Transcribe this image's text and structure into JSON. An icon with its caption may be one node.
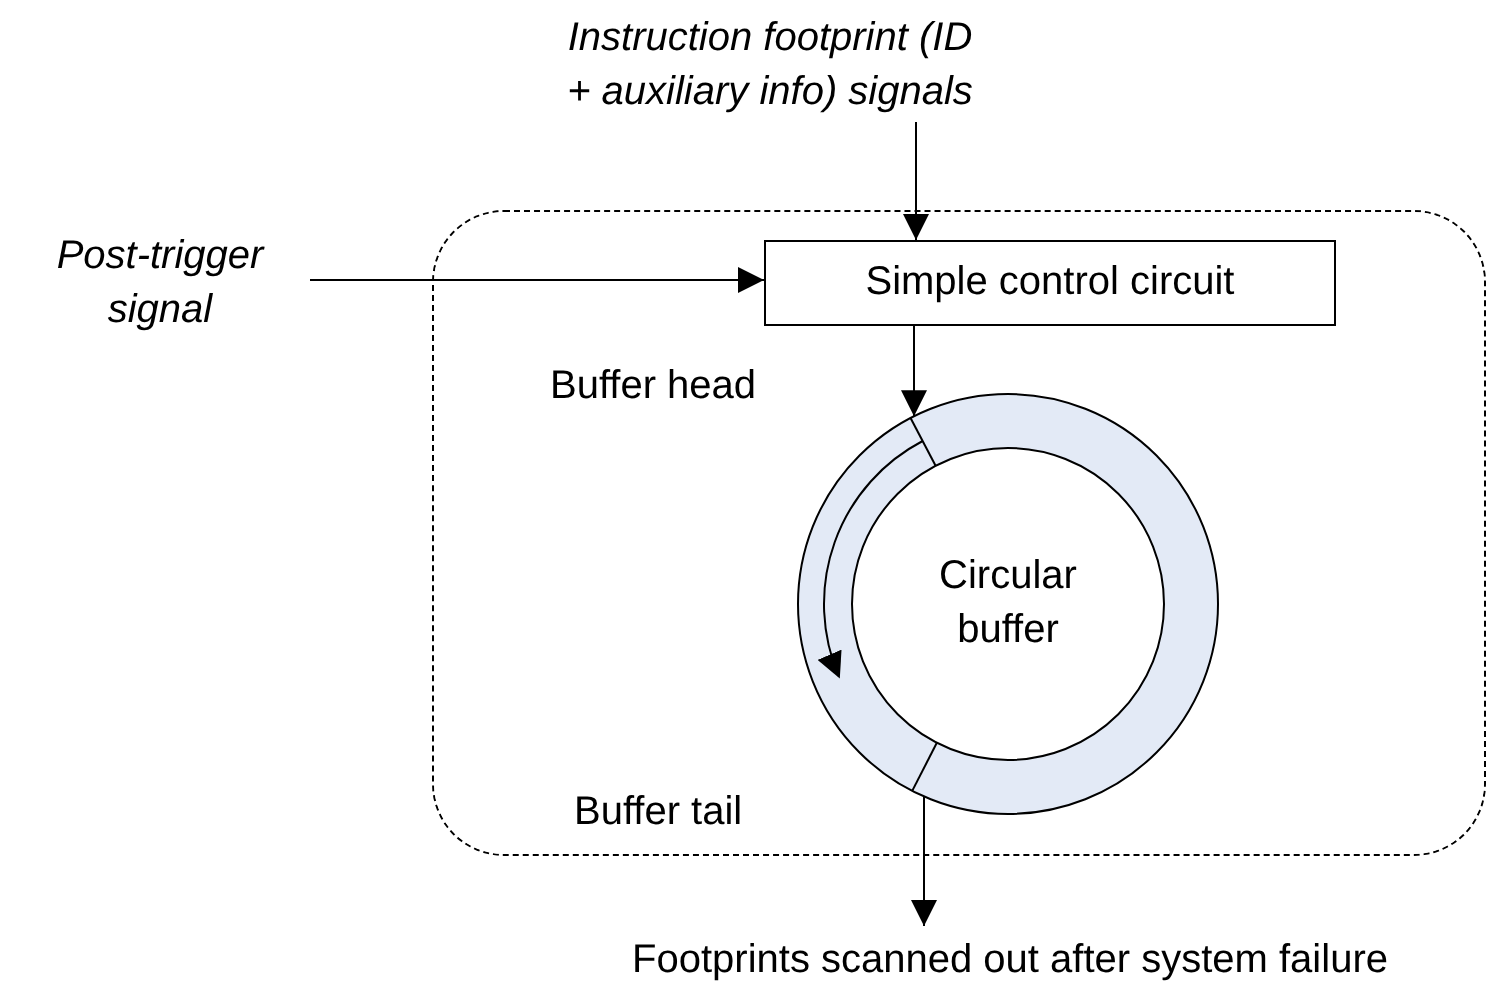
{
  "diagram": {
    "nodes": [
      {
        "text": [],
        "shape": "box"
      },
      {
        "text": [
          "Instruction footprint (ID + auxiliary info) signals"
        ]
      },
      {
        "text": [
          "Post-trigger signal"
        ]
      },
      {
        "text": [
          "Simple control circuit"
        ],
        "in": 0
      },
      {
        "text": [
          "Circular buffer"
        ],
        "in": 0
      },
      {
        "text": [
          "Footprints scanned out after system failure"
        ]
      }
    ],
    "edges": [
      {
        "from": 1,
        "to": 3,
        "arrow": "to"
      },
      {
        "from": 2,
        "to": 3,
        "arrow": "to"
      },
      {
        "from": 3,
        "to": 4,
        "arrow": "to"
      },
      {
        "from": 4,
        "to": 5,
        "arrow": "to"
      }
    ],
    "labels": [
      "Buffer head",
      "Buffer tail"
    ]
  }
}
